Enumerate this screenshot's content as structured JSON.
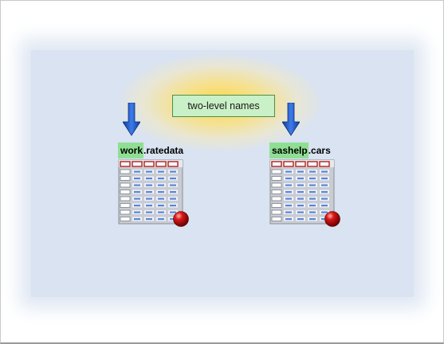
{
  "banner": {
    "text": "two-level names"
  },
  "datasets": [
    {
      "library": "work",
      "separator": ".",
      "member": "ratedata"
    },
    {
      "library": "sashelp",
      "separator": ".",
      "member": "cars"
    }
  ],
  "colors": {
    "panel": "#d9e3f1",
    "glow": "#ffd640",
    "banner_fill": "#c9f0c6",
    "library_highlight": "#8fdf93",
    "arrow": "#1f56c4",
    "table_header": "#b02020",
    "ball": "#d81818"
  },
  "icons": {
    "arrow": "down-arrow-icon",
    "table": "data-table-icon",
    "ball": "red-ball-icon"
  }
}
